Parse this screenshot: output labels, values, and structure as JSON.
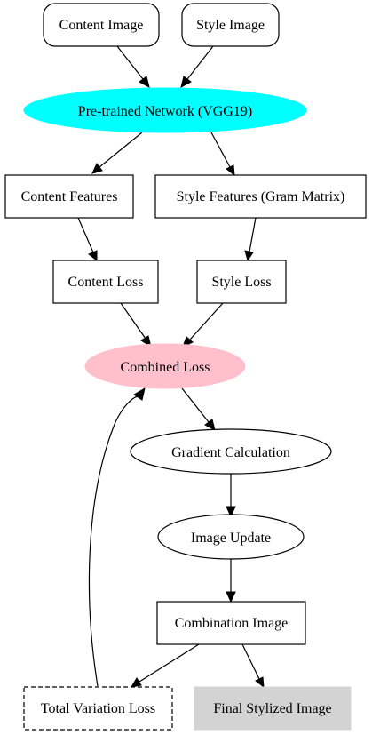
{
  "diagram": {
    "nodes": {
      "content_image": "Content Image",
      "style_image": "Style Image",
      "pretrained_network": "Pre-trained Network (VGG19)",
      "content_features": "Content Features",
      "style_features": "Style Features (Gram Matrix)",
      "content_loss": "Content Loss",
      "style_loss": "Style Loss",
      "combined_loss": "Combined Loss",
      "gradient_calculation": "Gradient Calculation",
      "image_update": "Image Update",
      "combination_image": "Combination Image",
      "total_variation_loss": "Total Variation Loss",
      "final_stylized_image": "Final Stylized Image"
    },
    "colors": {
      "network_fill": "#00ffff",
      "combined_loss_fill": "#ffc0cb",
      "final_image_fill": "#d3d3d3",
      "stroke": "#000000"
    }
  }
}
